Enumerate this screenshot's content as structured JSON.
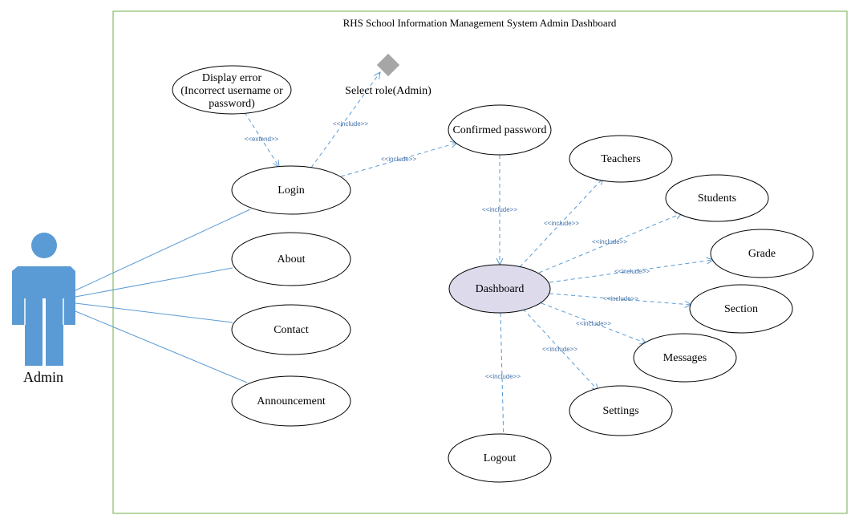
{
  "diagram": {
    "title": "RHS School Information Management System Admin Dashboard",
    "actor": {
      "label": "Admin"
    },
    "use_cases": {
      "display_error": [
        "Display error",
        "(Incorrect username or",
        "password)"
      ],
      "select_role": "Select role(Admin)",
      "login": "Login",
      "about": "About",
      "contact": "Contact",
      "announcement": "Announcement",
      "confirmed_password": "Confirmed password",
      "dashboard": "Dashboard",
      "logout": "Logout",
      "teachers": "Teachers",
      "students": "Students",
      "grade": "Grade",
      "section": "Section",
      "messages": "Messages",
      "settings": "Settings"
    },
    "relations": {
      "extend": "<<extend>>",
      "include": "<<include>>"
    },
    "colors": {
      "actor_fill": "#5b9bd5",
      "line": "#5b9bd5",
      "border": "#70ad47",
      "dashboard_fill": "#dcdaeb",
      "diamond_fill": "#a6a6a6"
    }
  }
}
